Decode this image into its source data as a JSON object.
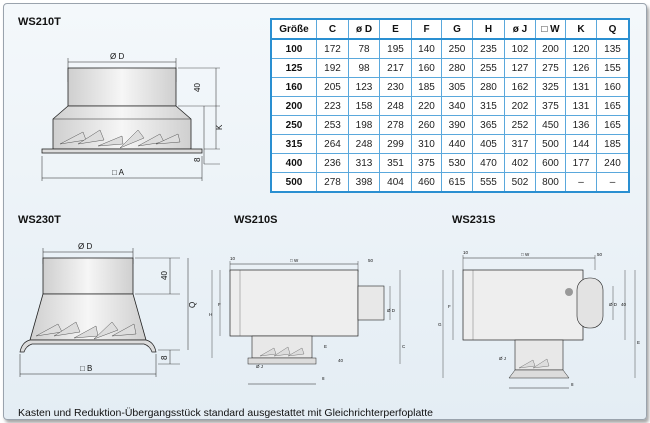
{
  "titles": {
    "ws210t": "WS210T",
    "ws230t": "WS230T",
    "ws210s": "WS210S",
    "ws231s": "WS231S"
  },
  "dims_210t": {
    "d": "Ø D",
    "h40": "40",
    "k": "K",
    "h8": "8",
    "a": "□ A"
  },
  "dims_230t": {
    "d": "Ø D",
    "h40": "40",
    "q": "Q",
    "h8": "8",
    "b": "□ B"
  },
  "dims_210s": {
    "w": "□ W",
    "c10": "10",
    "c50": "50",
    "f": "F",
    "h": "H",
    "od": "Ø D",
    "oj": "Ø J",
    "c": "C",
    "e": "E",
    "e8": "8",
    "e40": "40"
  },
  "dims_231s": {
    "w": "□ W",
    "c10": "10",
    "c50": "50",
    "f": "F",
    "g": "G",
    "od": "Ø D",
    "oj": "Ø J",
    "c40": "40",
    "e": "E",
    "e8": "8"
  },
  "table": {
    "headers": [
      "Größe",
      "C",
      "ø D",
      "E",
      "F",
      "G",
      "H",
      "ø J",
      "□ W",
      "K",
      "Q"
    ],
    "rows": [
      [
        "100",
        "172",
        "78",
        "195",
        "140",
        "250",
        "235",
        "102",
        "200",
        "120",
        "135"
      ],
      [
        "125",
        "192",
        "98",
        "217",
        "160",
        "280",
        "255",
        "127",
        "275",
        "126",
        "155"
      ],
      [
        "160",
        "205",
        "123",
        "230",
        "185",
        "305",
        "280",
        "162",
        "325",
        "131",
        "160"
      ],
      [
        "200",
        "223",
        "158",
        "248",
        "220",
        "340",
        "315",
        "202",
        "375",
        "131",
        "165"
      ],
      [
        "250",
        "253",
        "198",
        "278",
        "260",
        "390",
        "365",
        "252",
        "450",
        "136",
        "165"
      ],
      [
        "315",
        "264",
        "248",
        "299",
        "310",
        "440",
        "405",
        "317",
        "500",
        "144",
        "185"
      ],
      [
        "400",
        "236",
        "313",
        "351",
        "375",
        "530",
        "470",
        "402",
        "600",
        "177",
        "240"
      ],
      [
        "500",
        "278",
        "398",
        "404",
        "460",
        "615",
        "555",
        "502",
        "800",
        "–",
        "–"
      ]
    ]
  },
  "footer": "Kasten und Reduktion-Übergangsstück standard ausgestattet mit Gleichrichterperfoplatte"
}
